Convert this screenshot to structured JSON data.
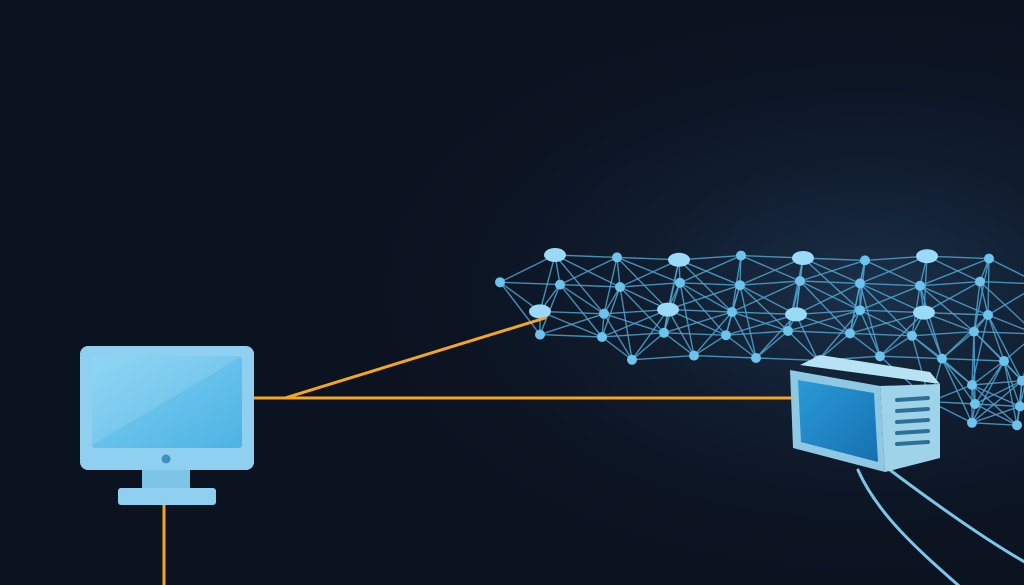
{
  "diagram": {
    "nodes": [
      {
        "id": "computer",
        "kind": "desktop-monitor",
        "icon": "monitor-icon"
      },
      {
        "id": "server",
        "kind": "network-server-box",
        "icon": "server-icon"
      },
      {
        "id": "mesh",
        "kind": "node-network-mesh",
        "icon": "network-mesh-icon"
      }
    ],
    "links": [
      {
        "from": "computer",
        "to": "mesh",
        "style": "orange-line"
      },
      {
        "from": "computer",
        "to": "server",
        "style": "orange-line"
      },
      {
        "from": "computer",
        "to": "offscreen-bottom",
        "style": "orange-line"
      },
      {
        "from": "server",
        "to": "offscreen-bottom-right",
        "style": "blue-cable"
      }
    ]
  },
  "colors": {
    "background": "#0b1220",
    "background_glow": "#1d3550",
    "link": "#f5a524",
    "node": "#6ec3ec",
    "node_light": "#9ad9f7",
    "edge": "#4fa3cf",
    "monitor_body": "#8fd0f0",
    "monitor_screen": "#5bbce8",
    "server_body": "#9fd3ea",
    "server_front": "#1f88c9",
    "cable": "#7cc6ea"
  }
}
